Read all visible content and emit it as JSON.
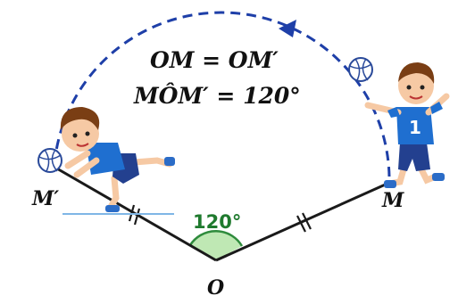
{
  "diagram": {
    "equation_1": "OM = OM′",
    "equation_2": "MÔM′ = 120°",
    "point_M": "M",
    "point_M_prime": "M′",
    "point_O": "O",
    "angle_label": "120°",
    "colors": {
      "arc": "#1e3fa8",
      "segments": "#1a1a1a",
      "angle_fill": "#bfe8b4",
      "angle_stroke": "#2e8b3c",
      "shirt": "#1f6fd0",
      "skin": "#f6c9a4",
      "hair": "#7a3e14"
    },
    "icons": [
      "volleyball-icon",
      "boy-player-icon",
      "arrow-head-icon"
    ]
  }
}
